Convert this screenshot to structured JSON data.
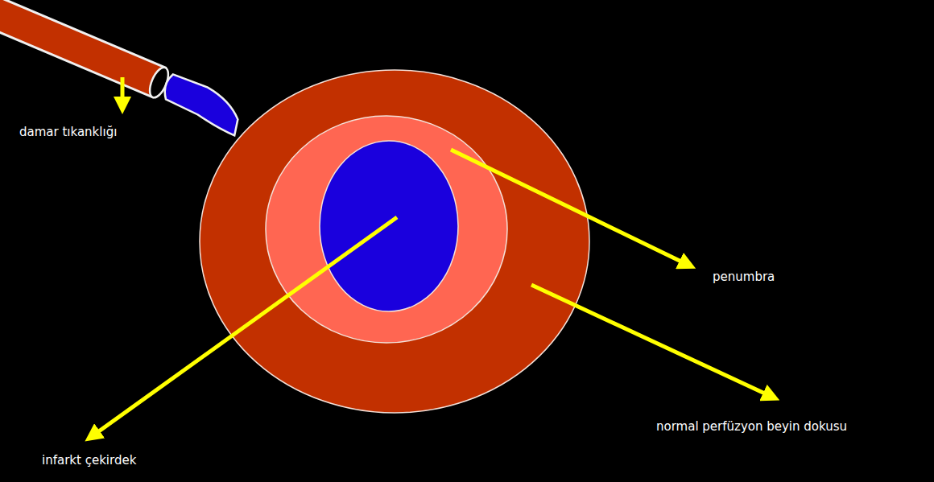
{
  "diagram": {
    "labels": [
      "damar tıkanklığı",
      "penumbra",
      "normal perfüzyon beyin dokusu",
      "infarkt çekirdek"
    ]
  }
}
